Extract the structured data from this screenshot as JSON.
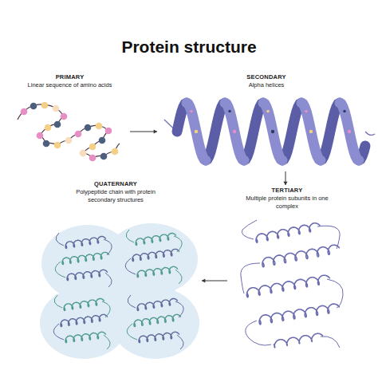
{
  "diagram": {
    "title": "Protein structure",
    "nodes": [
      {
        "text": [
          "PRIMARY",
          "Linear sequence of amino acids"
        ]
      },
      {
        "text": [
          "SECONDARY",
          "Alpha helices"
        ]
      },
      {
        "text": [
          "QUATERNARY",
          "Polypeptide chain with protein secondary structures"
        ]
      },
      {
        "text": [
          "TERTIARY",
          "Multiple protein subunits in one complex"
        ]
      }
    ],
    "edges": [
      {
        "from": 0,
        "to": 1,
        "arrow": "to"
      },
      {
        "from": 1,
        "to": 3,
        "arrow": "to"
      },
      {
        "from": 3,
        "to": 2,
        "arrow": "to"
      }
    ]
  }
}
